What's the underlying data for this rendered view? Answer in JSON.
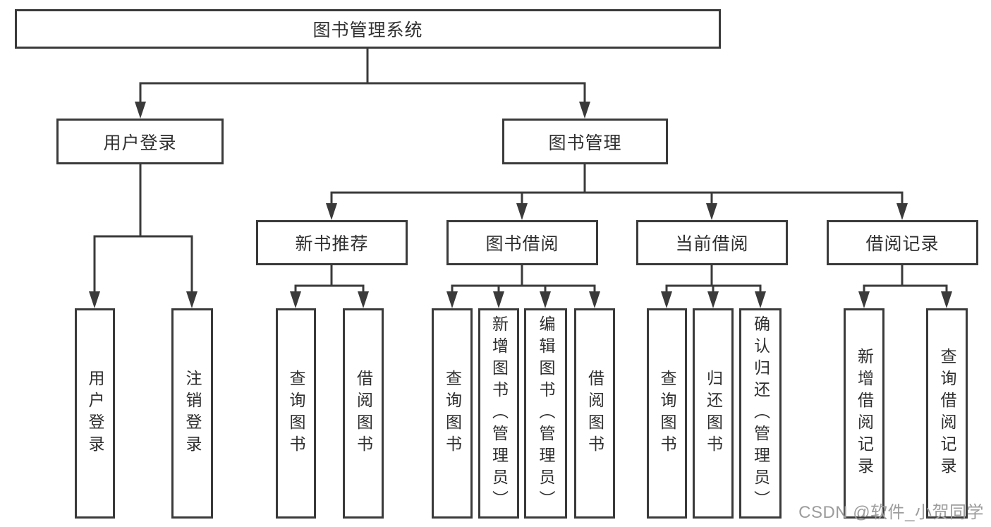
{
  "tree": {
    "label": "图书管理系统",
    "children": [
      {
        "label": "用户登录",
        "children": [
          {
            "label": "用户登录"
          },
          {
            "label": "注销登录"
          }
        ]
      },
      {
        "label": "图书管理",
        "children": [
          {
            "label": "新书推荐",
            "children": [
              {
                "label": "查询图书"
              },
              {
                "label": "借阅图书"
              }
            ]
          },
          {
            "label": "图书借阅",
            "children": [
              {
                "label": "查询图书"
              },
              {
                "label": "新增图书（管理员）"
              },
              {
                "label": "编辑图书（管理员）"
              },
              {
                "label": "借阅图书"
              }
            ]
          },
          {
            "label": "当前借阅",
            "children": [
              {
                "label": "查询图书"
              },
              {
                "label": "归还图书"
              },
              {
                "label": "确认归还（管理员）"
              }
            ]
          },
          {
            "label": "借阅记录",
            "children": [
              {
                "label": "新增借阅记录"
              },
              {
                "label": "查询借阅记录"
              }
            ]
          }
        ]
      }
    ]
  },
  "watermark": {
    "text": "CSDN @软件_小贺同学"
  },
  "colors": {
    "line": "#3a3a3a",
    "box_border": "#3a3a3a",
    "text": "#2f2f2f",
    "watermark": "#9c9c9c",
    "background": "#ffffff"
  }
}
